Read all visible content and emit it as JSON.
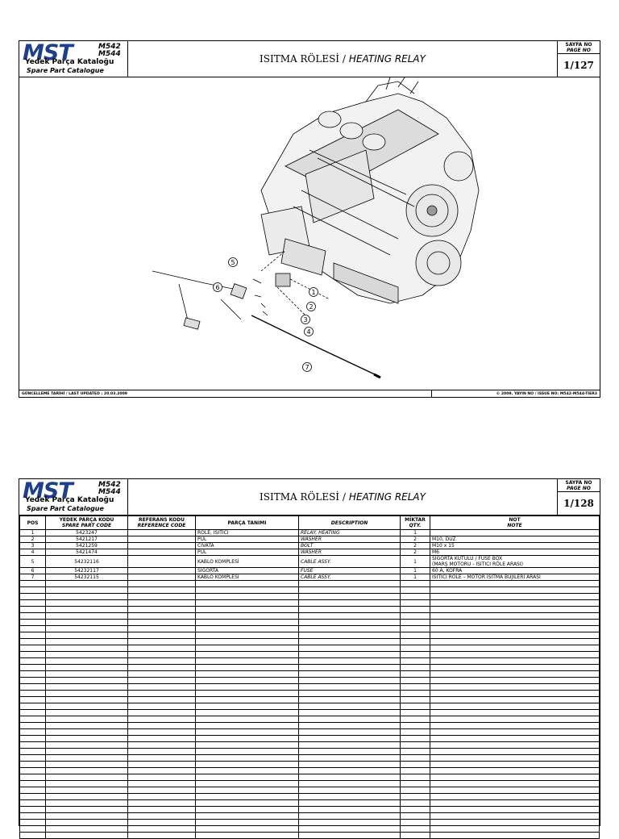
{
  "brand": {
    "logo": "MST",
    "model_line1": "M542",
    "model_line2": "M544",
    "catalogue_tr": "Yedek Parça Kataloğu",
    "catalogue_en": "Spare Part Catalogue"
  },
  "title": {
    "tr": "ISITMA RÖLESİ /",
    "en": "HEATING RELAY"
  },
  "page_label": {
    "tr": "SAYFA NO",
    "en": "PAGE NO"
  },
  "page1": {
    "page_no": "1/127",
    "callouts": [
      "1",
      "2",
      "3",
      "4",
      "5",
      "6",
      "7"
    ],
    "footer_left": "GÜNCELLEME TARİHİ / LAST UPDATED : 20.03.2009",
    "footer_right": "© 2009, YAYIN NO / ISSUE NO: M542-M544-TIER3"
  },
  "page2": {
    "page_no": "1/128",
    "headers": {
      "pos": "POS",
      "code_tr": "YEDEK PARÇA KODU",
      "code_en": "SPARE PART CODE",
      "ref_tr": "REFERANS KODU",
      "ref_en": "REFERENCE CODE",
      "name_tr": "PARÇA TANIMI",
      "desc_en": "DESCRIPTION",
      "qty_tr": "MİKTAR",
      "qty_en": "QTY.",
      "note_tr": "NOT",
      "note_en": "NOTE"
    },
    "rows": [
      {
        "pos": "1",
        "code": "5423247",
        "ref": "",
        "name": "RÖLE, ISITICI",
        "desc": "RELAY, HEATING",
        "qty": "1",
        "note": "",
        "note2": ""
      },
      {
        "pos": "2",
        "code": "5421217",
        "ref": "",
        "name": "PUL",
        "desc": "WASHER",
        "qty": "2",
        "note": "M10, DÜZ",
        "note2": ""
      },
      {
        "pos": "3",
        "code": "5421259",
        "ref": "",
        "name": "CIVATA",
        "desc": "BOLT",
        "qty": "2",
        "note": "M10 x 15",
        "note2": ""
      },
      {
        "pos": "4",
        "code": "5421474",
        "ref": "",
        "name": "PUL",
        "desc": "WASHER",
        "qty": "2",
        "note": "M6",
        "note2": ""
      },
      {
        "pos": "5",
        "code": "54232116",
        "ref": "",
        "name": "KABLO KOMPLESİ",
        "desc": "CABLE ASSY.",
        "qty": "1",
        "note": "SİGORTA KUTULU / FUSE BOX",
        "note2": "(MARŞ MOTORU - ISITICI RÖLE ARASI)"
      },
      {
        "pos": "6",
        "code": "54232117",
        "ref": "",
        "name": "SİGORTA",
        "desc": "FUSE",
        "qty": "1",
        "note": "60 A, KOFRA",
        "note2": ""
      },
      {
        "pos": "7",
        "code": "54232115",
        "ref": "",
        "name": "KABLO KOMPLESİ",
        "desc": "CABLE ASSY.",
        "qty": "1",
        "note": "ISITICI RÖLE – MOTOR ISITMA BUJİLERİ ARASI",
        "note2": ""
      }
    ],
    "empty_rows": 40
  },
  "colors": {
    "logo_blue": "#1d3f8f"
  }
}
